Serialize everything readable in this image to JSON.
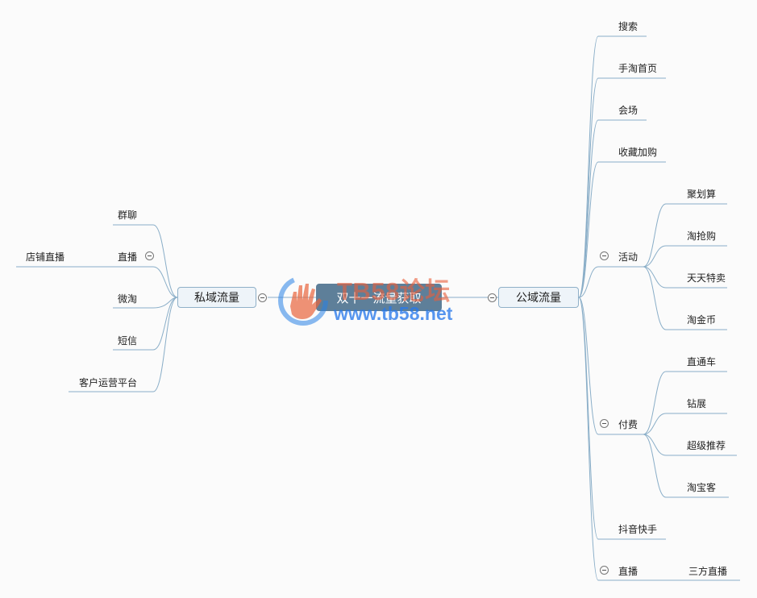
{
  "center": {
    "label": "双十一流量获取"
  },
  "private": {
    "label": "私域流量",
    "children": [
      {
        "label": "群聊"
      },
      {
        "label": "直播",
        "children": [
          {
            "label": "店铺直播"
          }
        ]
      },
      {
        "label": "微淘"
      },
      {
        "label": "短信"
      },
      {
        "label": "客户运营平台"
      }
    ]
  },
  "public": {
    "label": "公域流量",
    "children": [
      {
        "label": "搜索"
      },
      {
        "label": "手淘首页"
      },
      {
        "label": "会场"
      },
      {
        "label": "收藏加购"
      },
      {
        "label": "活动",
        "children": [
          {
            "label": "聚划算"
          },
          {
            "label": "淘抢购"
          },
          {
            "label": "天天特卖"
          },
          {
            "label": "淘金币"
          }
        ]
      },
      {
        "label": "付费",
        "children": [
          {
            "label": "直通车"
          },
          {
            "label": "钻展"
          },
          {
            "label": "超级推荐"
          },
          {
            "label": "淘宝客"
          }
        ]
      },
      {
        "label": "抖音快手"
      },
      {
        "label": "直播",
        "children": [
          {
            "label": "三方直播"
          }
        ]
      }
    ]
  },
  "watermark": {
    "brand": "TB58论坛",
    "url": "www.tb58.net"
  },
  "colors": {
    "line": "#8aaec8",
    "center_fill": "#5e7f99",
    "branch_fill": "#eef4f9"
  }
}
